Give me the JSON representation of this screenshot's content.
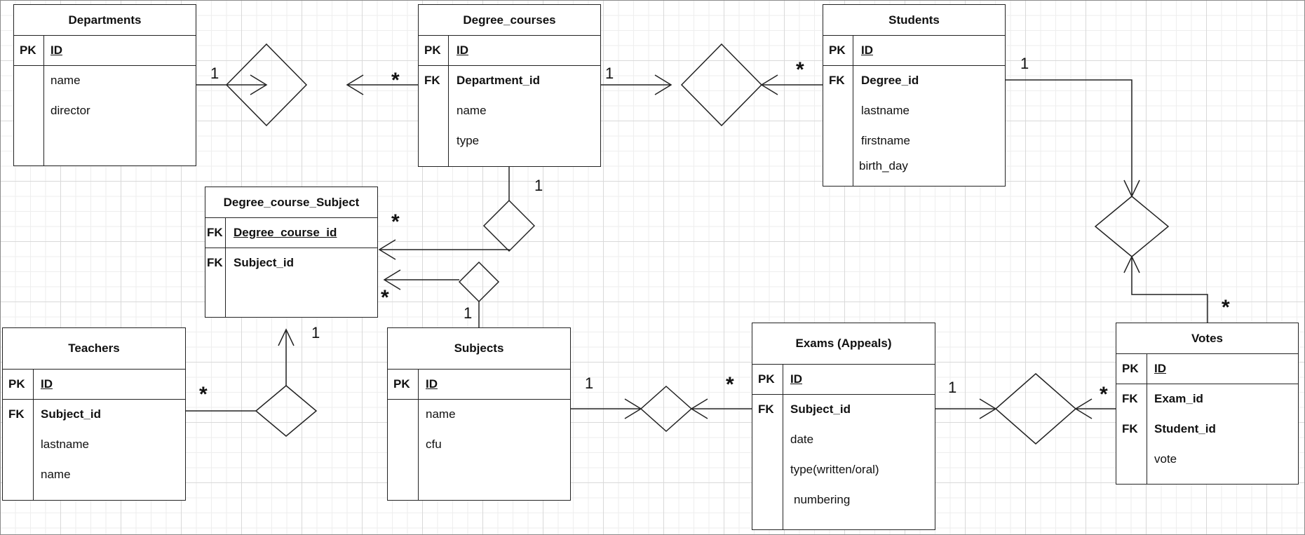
{
  "entities": {
    "departments": {
      "title": "Departments",
      "rows": [
        {
          "key": "PK",
          "name": "ID"
        },
        {
          "key": "",
          "name": "name"
        },
        {
          "key": "",
          "name": "director"
        }
      ]
    },
    "degree_courses": {
      "title": "Degree_courses",
      "rows": [
        {
          "key": "PK",
          "name": "ID"
        },
        {
          "key": "FK",
          "name": "Department_id"
        },
        {
          "key": "",
          "name": "name"
        },
        {
          "key": "",
          "name": "type"
        }
      ]
    },
    "students": {
      "title": "Students",
      "rows": [
        {
          "key": "PK",
          "name": "ID"
        },
        {
          "key": "FK",
          "name": "Degree_id"
        },
        {
          "key": "",
          "name": "lastname"
        },
        {
          "key": "",
          "name": "firstname"
        },
        {
          "key": "",
          "name": "birth_day"
        }
      ]
    },
    "degree_course_subject": {
      "title": "Degree_course_Subject",
      "rows": [
        {
          "key": "FK",
          "name": "Degree_course_id"
        },
        {
          "key": "FK",
          "name": "Subject_id"
        }
      ]
    },
    "teachers": {
      "title": "Teachers",
      "rows": [
        {
          "key": "PK",
          "name": "ID"
        },
        {
          "key": "FK",
          "name": "Subject_id"
        },
        {
          "key": "",
          "name": "lastname"
        },
        {
          "key": "",
          "name": "name"
        }
      ]
    },
    "subjects": {
      "title": "Subjects",
      "rows": [
        {
          "key": "PK",
          "name": "ID"
        },
        {
          "key": "",
          "name": "name"
        },
        {
          "key": "",
          "name": "cfu"
        }
      ]
    },
    "exams": {
      "title": "Exams (Appeals)",
      "rows": [
        {
          "key": "PK",
          "name": "ID"
        },
        {
          "key": "FK",
          "name": "Subject_id"
        },
        {
          "key": "",
          "name": "date"
        },
        {
          "key": "",
          "name": "type(written/oral)"
        },
        {
          "key": "",
          "name": "numbering"
        }
      ]
    },
    "votes": {
      "title": "Votes",
      "rows": [
        {
          "key": "PK",
          "name": "ID"
        },
        {
          "key": "FK",
          "name": "Exam_id"
        },
        {
          "key": "FK",
          "name": "Student_id"
        },
        {
          "key": "",
          "name": "vote"
        }
      ]
    }
  },
  "multiplicities": {
    "one": "1",
    "many": "*"
  },
  "colors": {
    "line": "#222222",
    "background": "#ffffff",
    "grid": "#d9d9d9"
  }
}
